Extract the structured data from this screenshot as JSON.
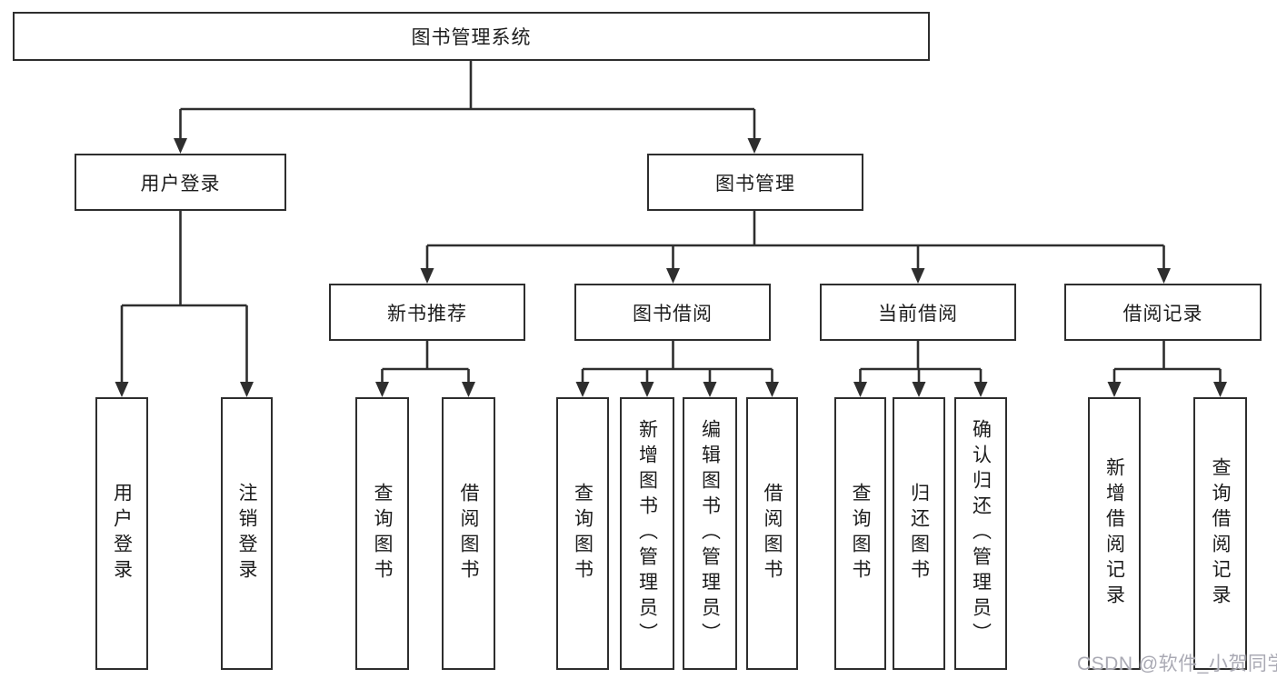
{
  "tree": {
    "root": "图书管理系统",
    "branches": [
      {
        "label": "用户登录",
        "children": [
          "用户登录",
          "注销登录"
        ]
      },
      {
        "label": "图书管理",
        "sections": [
          {
            "label": "新书推荐",
            "children": [
              "查询图书",
              "借阅图书"
            ]
          },
          {
            "label": "图书借阅",
            "children": [
              "查询图书",
              "新增图书（管理员）",
              "编辑图书（管理员）",
              "借阅图书"
            ]
          },
          {
            "label": "当前借阅",
            "children": [
              "查询图书",
              "归还图书",
              "确认归还（管理员）"
            ]
          },
          {
            "label": "借阅记录",
            "children": [
              "新增借阅记录",
              "查询借阅记录"
            ]
          }
        ]
      }
    ]
  },
  "watermark": "CSDN @软件_小贺同学",
  "colors": {
    "line": "#2e2e2e",
    "box_border": "#2e2e2e",
    "box_fill": "#ffffff",
    "text": "#1c1c1c",
    "watermark": "#aaaab4",
    "background": "#ffffff"
  }
}
